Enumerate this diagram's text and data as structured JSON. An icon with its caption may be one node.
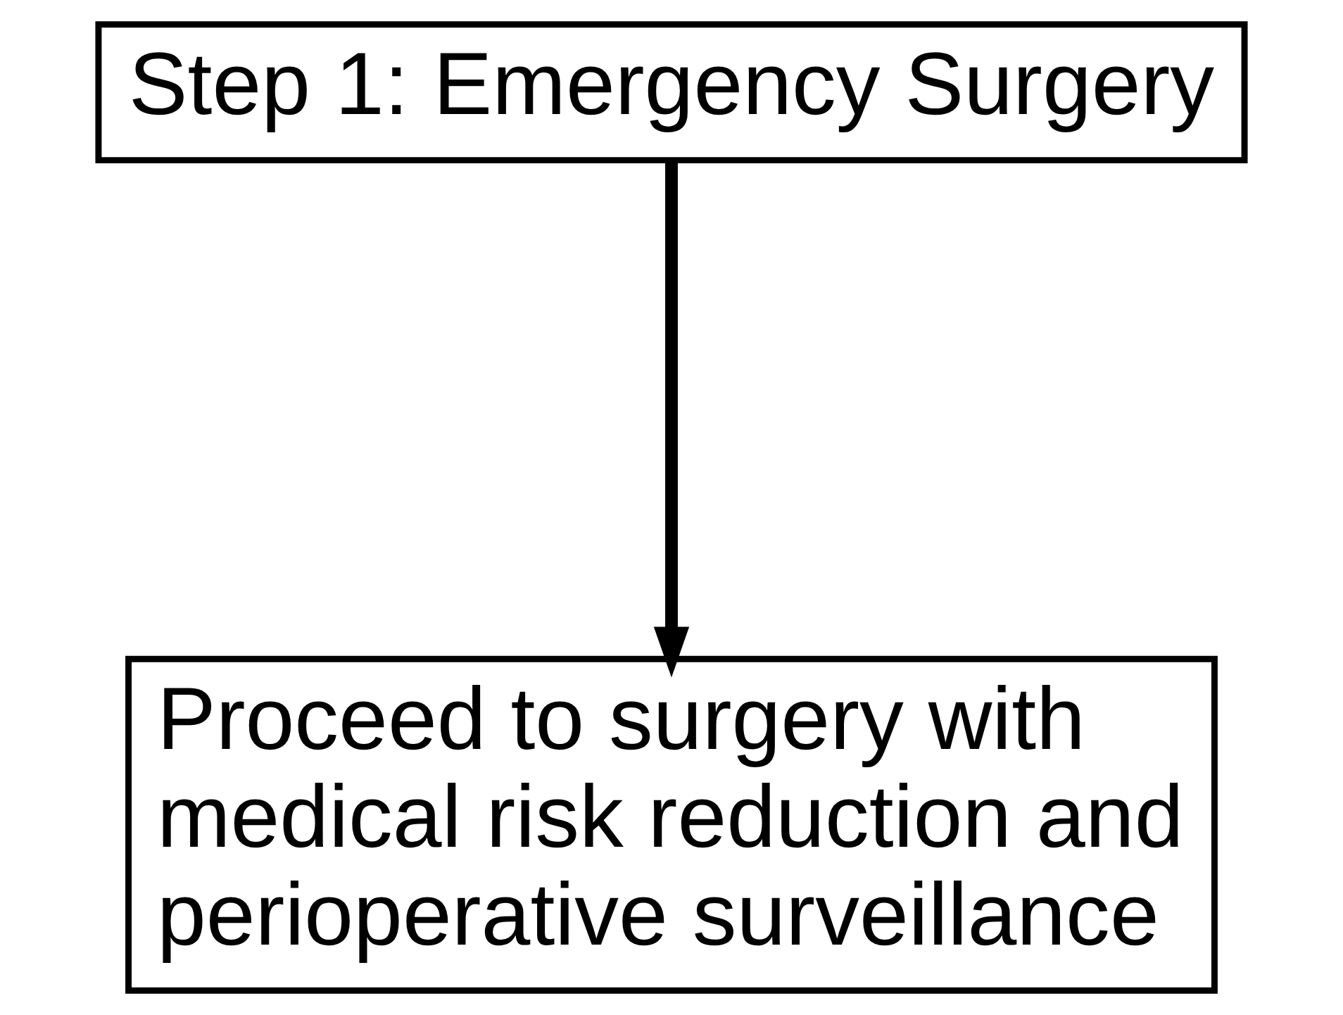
{
  "diagram": {
    "nodes": [
      {
        "text": [
          "Step 1: Emergency Surgery"
        ]
      },
      {
        "text": [
          "Proceed to surgery with medical risk reduction and perioperative surveillance"
        ]
      }
    ],
    "edges": [
      {
        "from": 0,
        "to": 1,
        "arrow": "to"
      }
    ]
  }
}
